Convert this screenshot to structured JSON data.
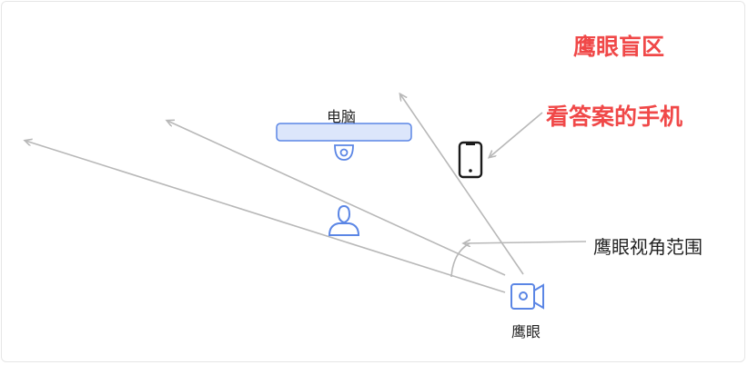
{
  "labels": {
    "blind_zone": "鹰眼盲区",
    "phone_cheat": "看答案的手机",
    "view_range": "鹰眼视角范围",
    "computer": "电脑",
    "camera": "鹰眼"
  },
  "colors": {
    "accent_red": "#f04848",
    "icon_blue": "#5b86e5",
    "monitor_fill": "#dce6fb",
    "ray_gray": "#b8b8b8"
  },
  "icons": [
    "camera-icon",
    "person-icon",
    "phone-icon",
    "webcam-icon",
    "monitor-bar"
  ]
}
